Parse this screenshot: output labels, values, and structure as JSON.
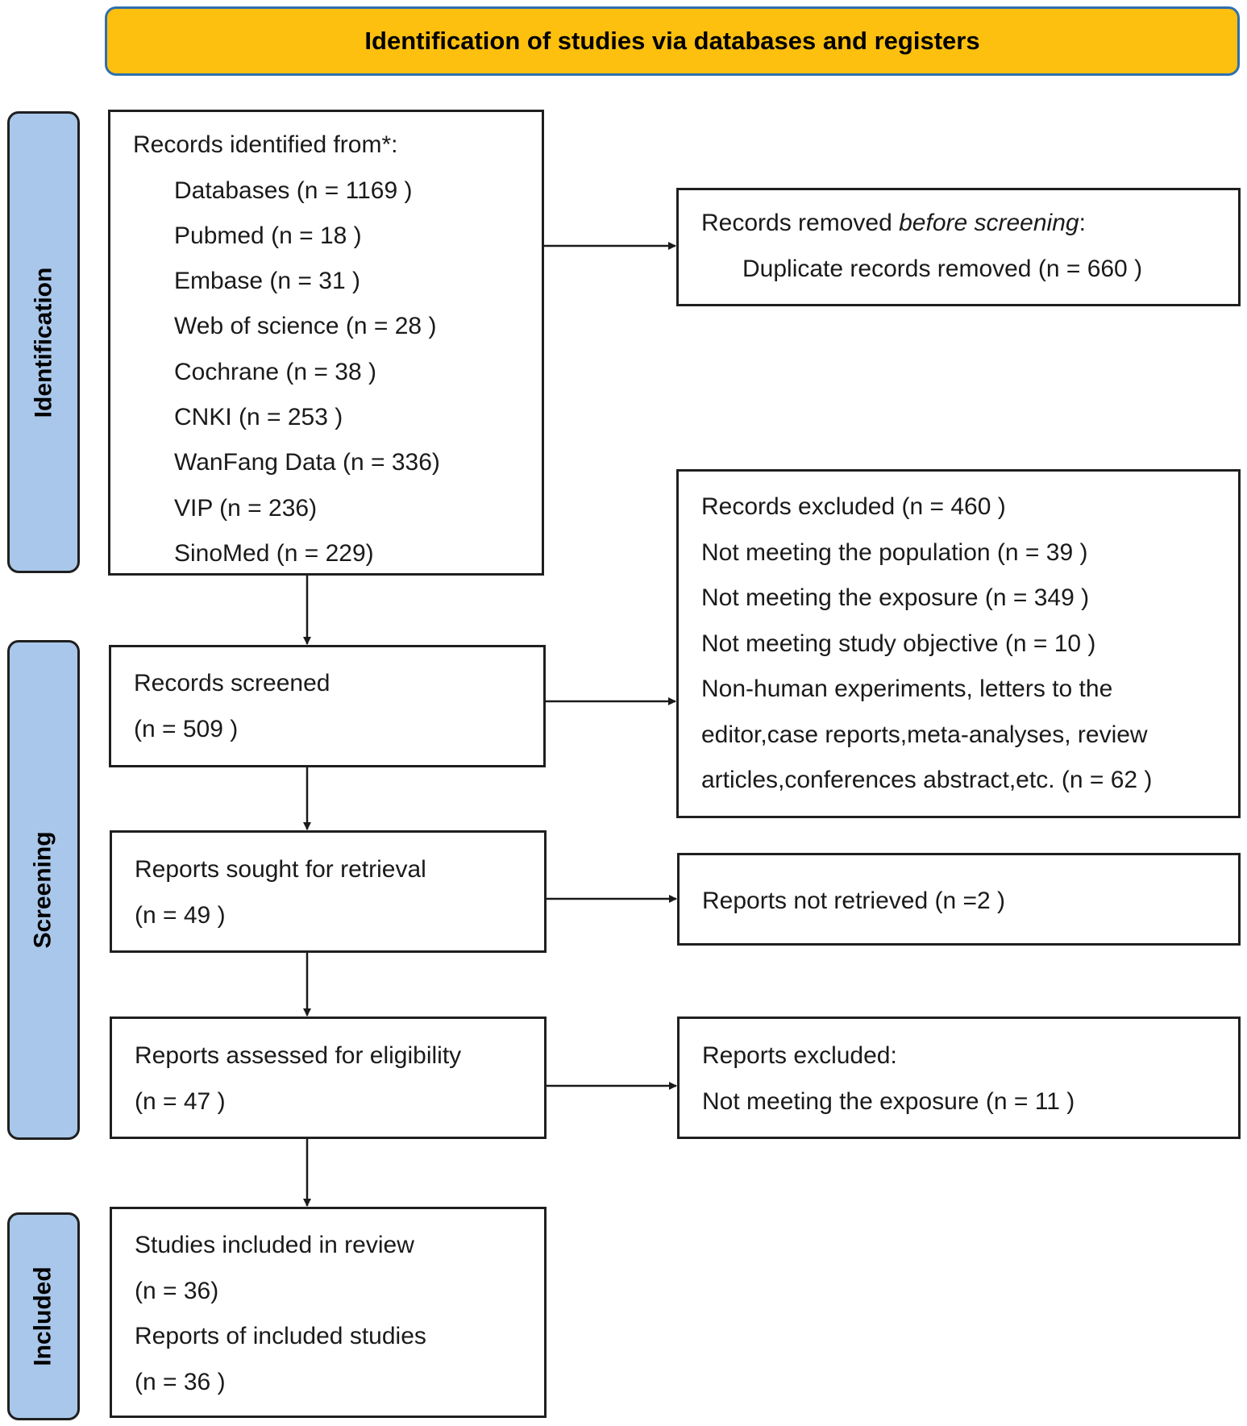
{
  "header": {
    "title": "Identification of studies via databases and registers"
  },
  "phases": {
    "identification": "Identification",
    "screening": "Screening",
    "included": "Included"
  },
  "identified": {
    "title": "Records identified from*:",
    "items": [
      "Databases (n = 1169 )",
      "Pubmed (n = 18 )",
      "Embase (n = 31 )",
      "Web of science (n = 28 )",
      "Cochrane (n = 38 )",
      "CNKI (n = 253 )",
      "WanFang Data (n = 336)",
      "VIP (n = 236)",
      "SinoMed (n = 229)"
    ]
  },
  "removed_before": {
    "title_pre": "Records removed ",
    "title_em": "before screening",
    "title_post": ":",
    "detail": "Duplicate records removed (n = 660 )"
  },
  "screened": {
    "label": "Records screened",
    "count": "(n = 509 )"
  },
  "excluded_records": {
    "lines": [
      "Records excluded (n = 460 )",
      "Not meeting the population (n = 39 )",
      "Not meeting the exposure (n = 349 )",
      "Not meeting study objective (n = 10 )",
      "Non-human experiments, letters to the",
      "editor,case reports,meta-analyses, review",
      "articles,conferences abstract,etc. (n = 62 )"
    ]
  },
  "sought": {
    "label": "Reports sought for retrieval",
    "count": "(n = 49 )"
  },
  "not_retrieved": {
    "label": "Reports not retrieved (n =2 )"
  },
  "assessed": {
    "label": "Reports assessed for eligibility",
    "count": "(n = 47 )"
  },
  "reports_excluded": {
    "title": "Reports excluded:",
    "detail": "Not meeting the exposure (n = 11 )"
  },
  "included": {
    "studies_label": "Studies included in review",
    "studies_count": "(n = 36)",
    "reports_label": "Reports of included studies",
    "reports_count": "(n = 36 )"
  }
}
